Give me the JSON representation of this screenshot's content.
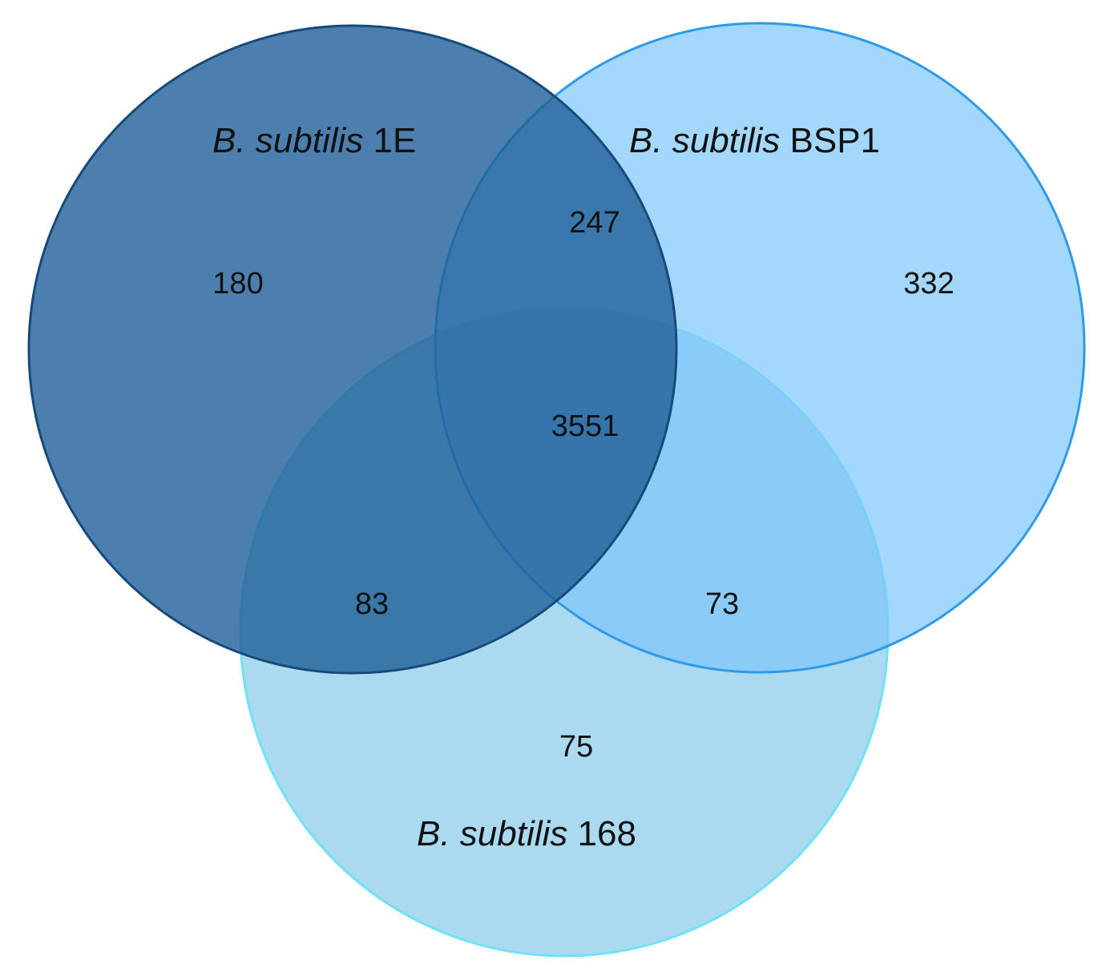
{
  "sets": [
    {
      "genus": "B. subtilis",
      "strain": "1E",
      "fill": "#1f5f99",
      "stroke": "#164a7a"
    },
    {
      "genus": "B. subtilis",
      "strain": "BSP1",
      "fill": "#7cc6fa",
      "stroke": "#2f9ae8"
    },
    {
      "genus": "B. subtilis",
      "strain": "168",
      "fill": "#86c9ea",
      "stroke": "#6fe3f5"
    }
  ],
  "regions": {
    "only_1E": "180",
    "only_BSP1": "332",
    "only_168": "75",
    "1E_BSP1": "247",
    "1E_168": "83",
    "BSP1_168": "73",
    "all": "3551"
  }
}
